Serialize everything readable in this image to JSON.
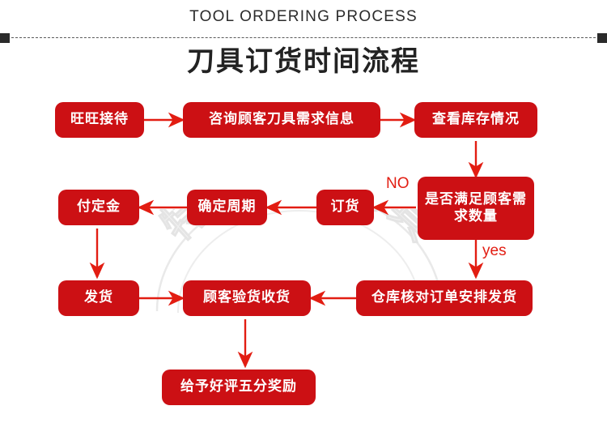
{
  "header": {
    "english_title": "TOOL ORDERING PROCESS",
    "chinese_title": "刀具订货时间流程"
  },
  "watermark": {
    "text": "特瑞数控刀具"
  },
  "colors": {
    "node_red": "#cc1014",
    "arrow_red": "#e21d12",
    "title_dark": "#222222",
    "background": "#ffffff"
  },
  "flow": {
    "nodes": [
      {
        "id": "n1",
        "label": "旺旺接待"
      },
      {
        "id": "n2",
        "label": "咨询顾客刀具需求信息"
      },
      {
        "id": "n3",
        "label": "查看库存情况"
      },
      {
        "id": "n4",
        "label": "是否满足顾客需求数量"
      },
      {
        "id": "n5",
        "label": "订货"
      },
      {
        "id": "n6",
        "label": "确定周期"
      },
      {
        "id": "n7",
        "label": "付定金"
      },
      {
        "id": "n8",
        "label": "发货"
      },
      {
        "id": "n9",
        "label": "顾客验货收货"
      },
      {
        "id": "n10",
        "label": "仓库核对订单安排发货"
      },
      {
        "id": "n11",
        "label": "给予好评五分奖励"
      }
    ],
    "edge_labels": {
      "no": "NO",
      "yes": "yes"
    }
  }
}
